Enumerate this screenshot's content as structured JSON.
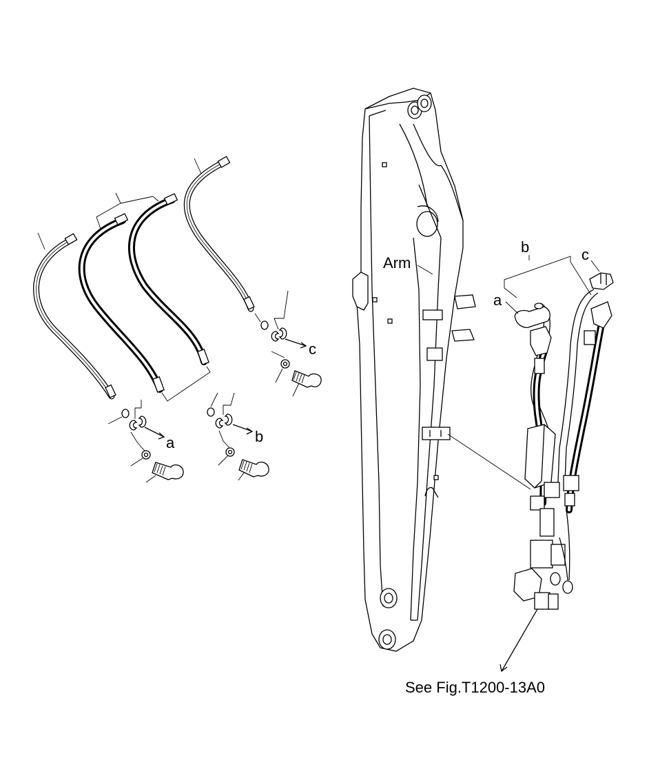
{
  "labels": {
    "arm": "Arm",
    "a_left": "a",
    "b_left": "b",
    "c_left": "c",
    "a_right": "a",
    "b_right": "b",
    "c_right": "c",
    "see_fig": "See Fig.T1200-13A0"
  },
  "colors": {
    "line": "#000000",
    "background": "#ffffff"
  }
}
